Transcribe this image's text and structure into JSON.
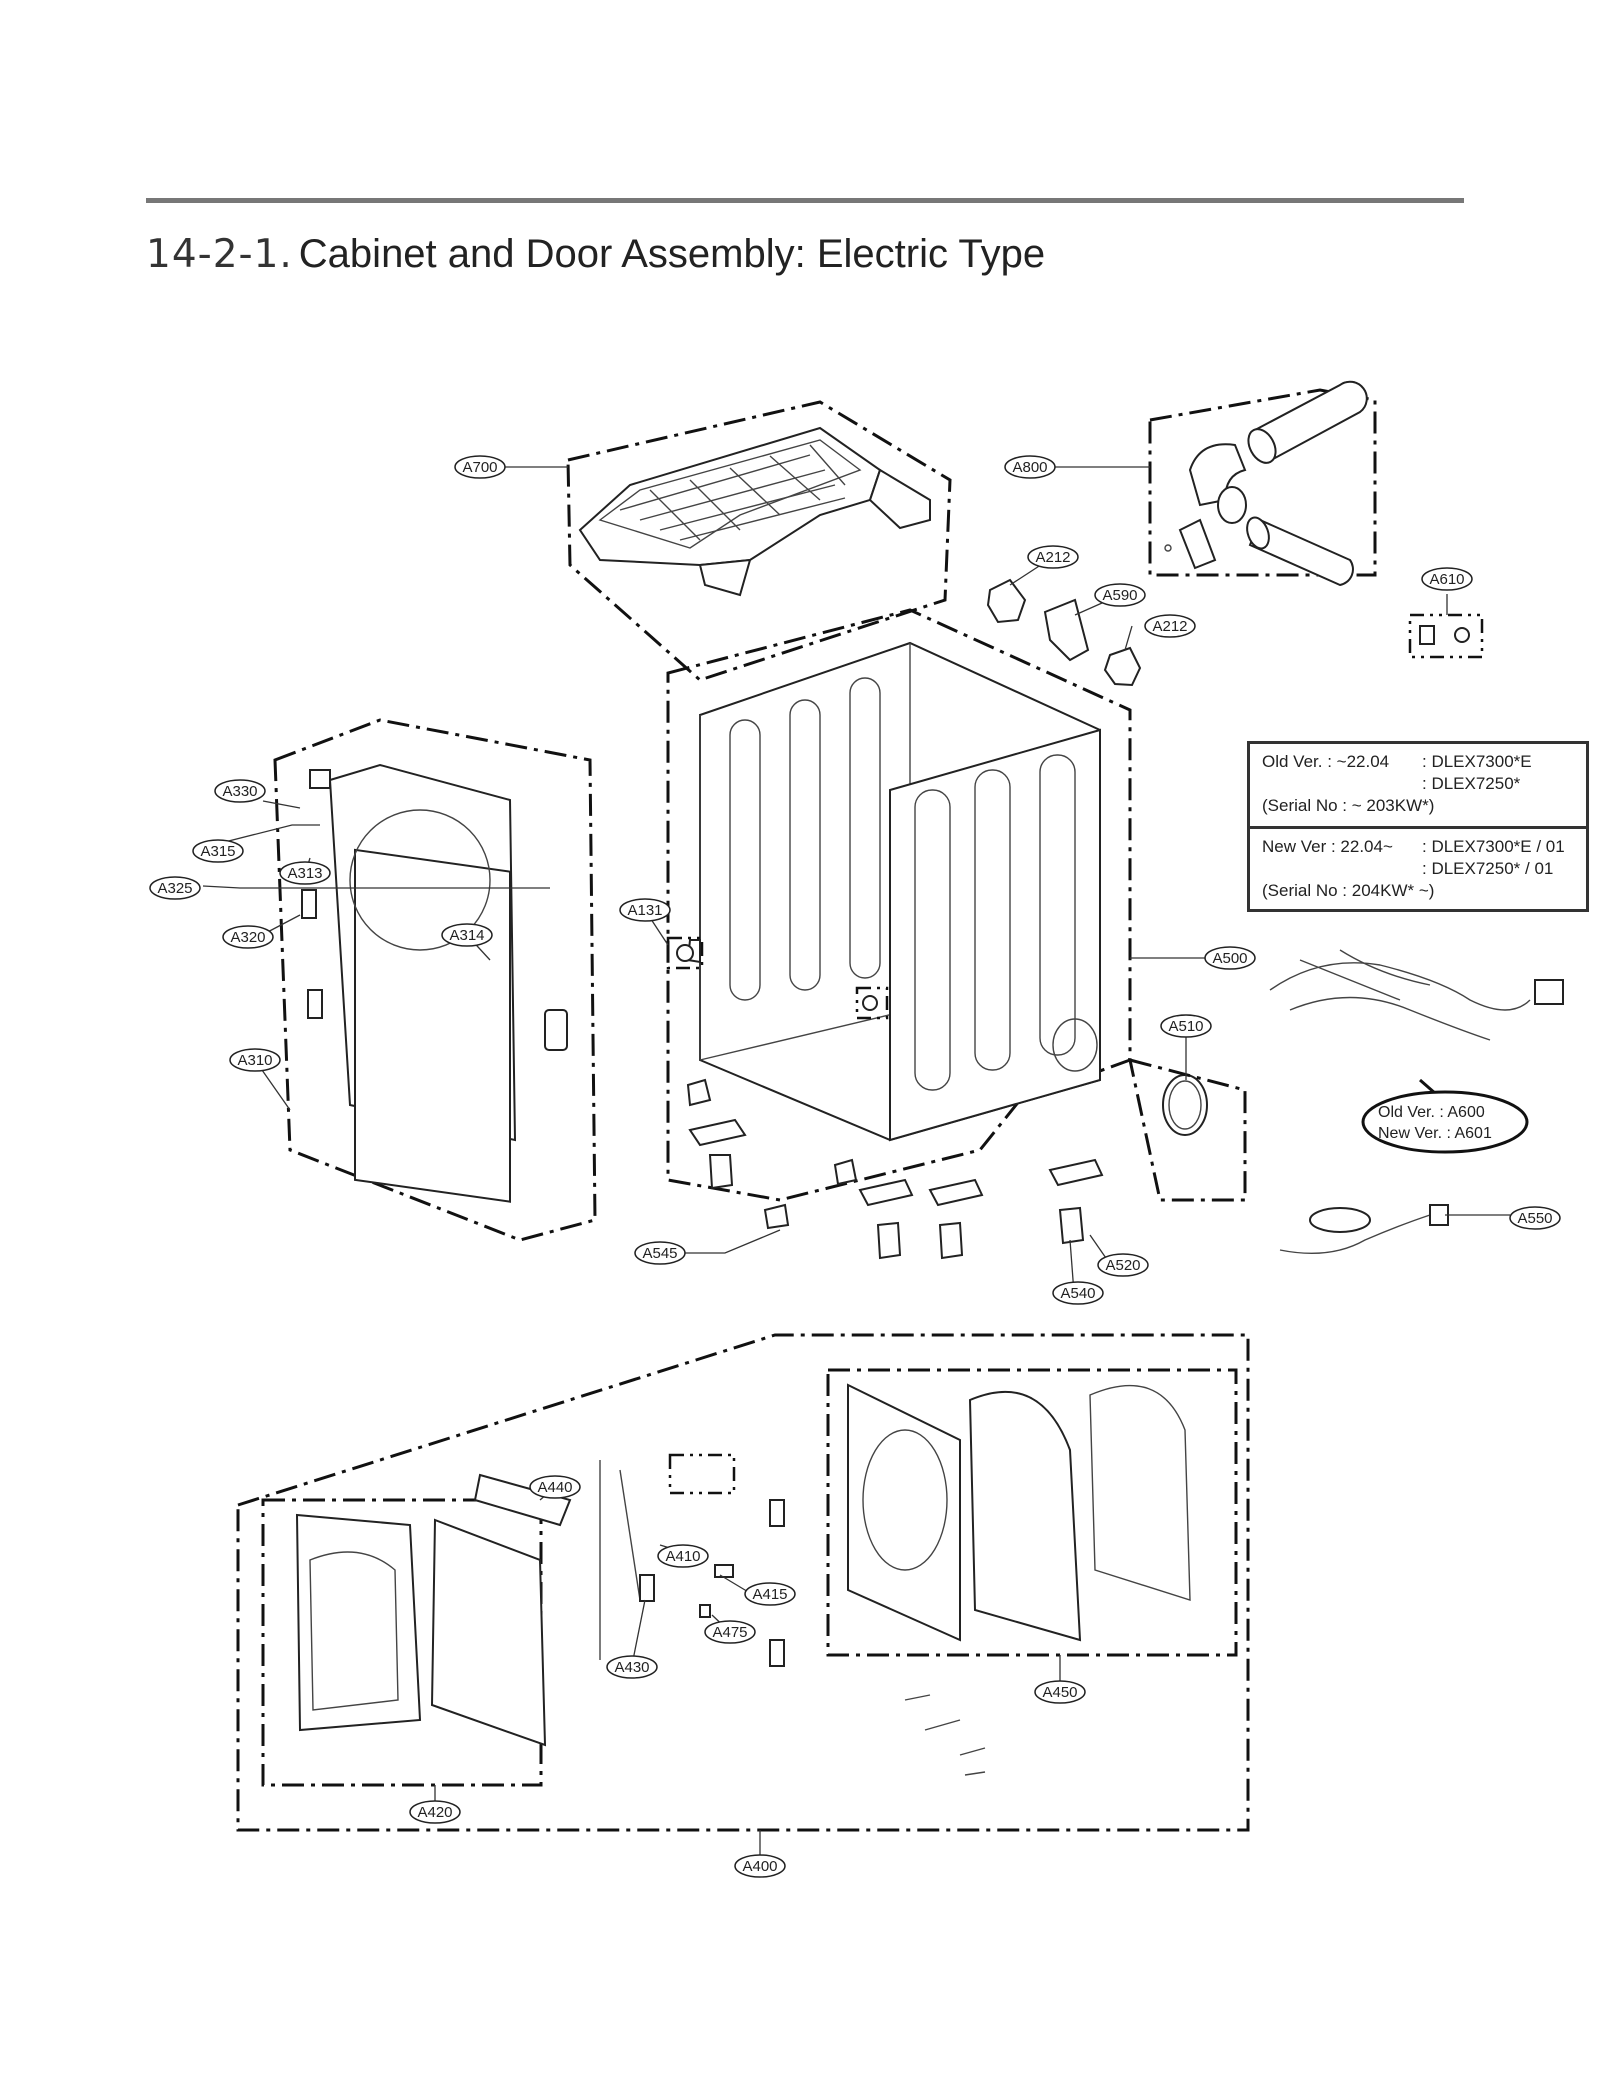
{
  "header": {
    "section_number": "14-2-1.",
    "title": "Cabinet and Door Assembly: Electric Type"
  },
  "version_box": {
    "old": {
      "label": "Old Ver. : ~22.04",
      "models": [
        ": DLEX7300*E",
        ": DLEX7250*"
      ],
      "serial": "(Serial No : ~ 203KW*)"
    },
    "new": {
      "label": "New Ver : 22.04~",
      "models": [
        ": DLEX7300*E / 01",
        ": DLEX7250*   / 01"
      ],
      "serial": "(Serial No : 204KW* ~)"
    }
  },
  "harness_note": {
    "old": "Old  Ver. : A600",
    "new": "New Ver. : A601"
  },
  "callouts": [
    {
      "id": "A700"
    },
    {
      "id": "A800"
    },
    {
      "id": "A212"
    },
    {
      "id": "A590"
    },
    {
      "id": "A212"
    },
    {
      "id": "A610"
    },
    {
      "id": "A330"
    },
    {
      "id": "A315"
    },
    {
      "id": "A313"
    },
    {
      "id": "A325"
    },
    {
      "id": "A320"
    },
    {
      "id": "A314"
    },
    {
      "id": "A131"
    },
    {
      "id": "A500"
    },
    {
      "id": "A510"
    },
    {
      "id": "A310"
    },
    {
      "id": "A545"
    },
    {
      "id": "A520"
    },
    {
      "id": "A540"
    },
    {
      "id": "A550"
    },
    {
      "id": "A440"
    },
    {
      "id": "A410"
    },
    {
      "id": "A415"
    },
    {
      "id": "A475"
    },
    {
      "id": "A430"
    },
    {
      "id": "A450"
    },
    {
      "id": "A420"
    },
    {
      "id": "A400"
    }
  ]
}
